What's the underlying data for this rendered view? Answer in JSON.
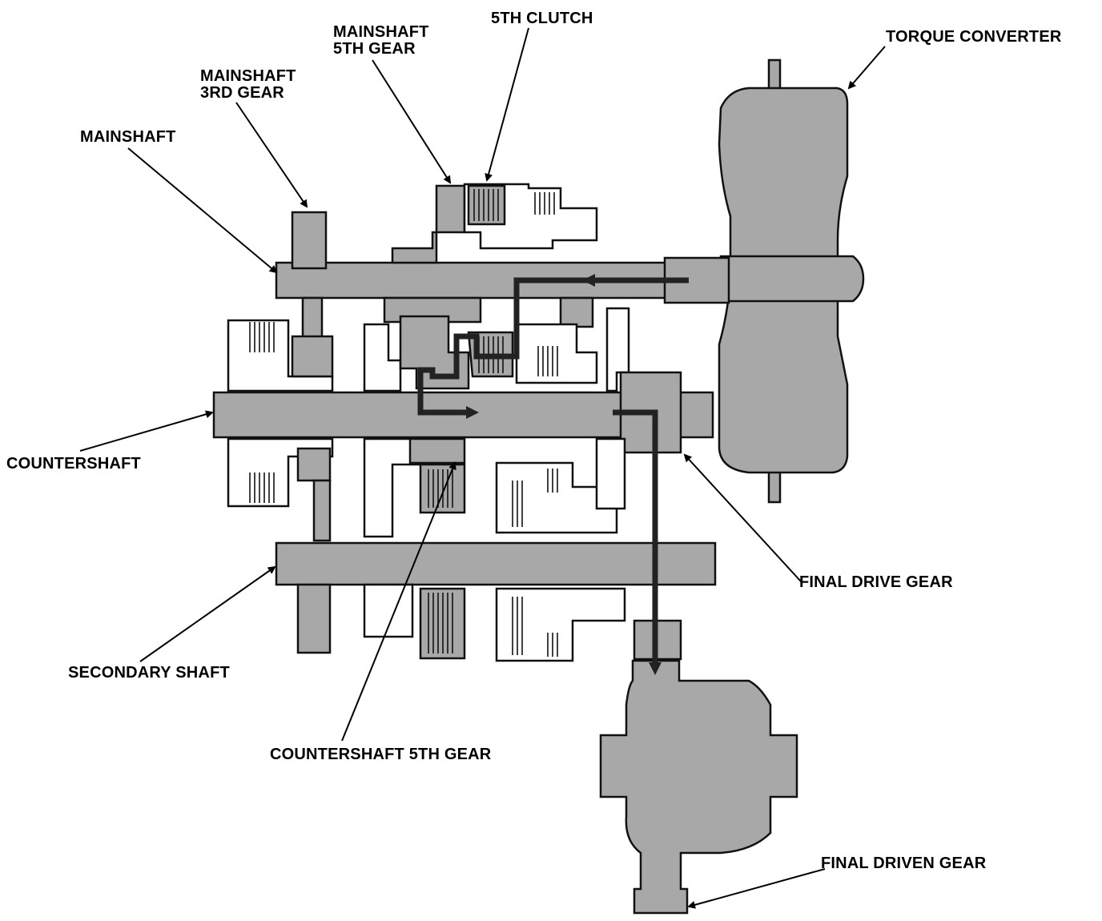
{
  "labels": {
    "torque_converter": "TORQUE CONVERTER",
    "fifth_clutch": "5TH CLUTCH",
    "mainshaft_5th_gear_line1": "MAINSHAFT",
    "mainshaft_5th_gear_line2": "5TH GEAR",
    "mainshaft_3rd_gear_line1": "MAINSHAFT",
    "mainshaft_3rd_gear_line2": "3RD GEAR",
    "mainshaft": "MAINSHAFT",
    "countershaft": "COUNTERSHAFT",
    "final_drive_gear": "FINAL DRIVE GEAR",
    "secondary_shaft": "SECONDARY SHAFT",
    "countershaft_5th_gear": "COUNTERSHAFT 5TH GEAR",
    "final_driven_gear": "FINAL DRIVEN GEAR"
  },
  "colors": {
    "part_fill": "#a8a8a8",
    "outline": "#111111",
    "power_flow": "#222222",
    "background": "#ffffff"
  }
}
